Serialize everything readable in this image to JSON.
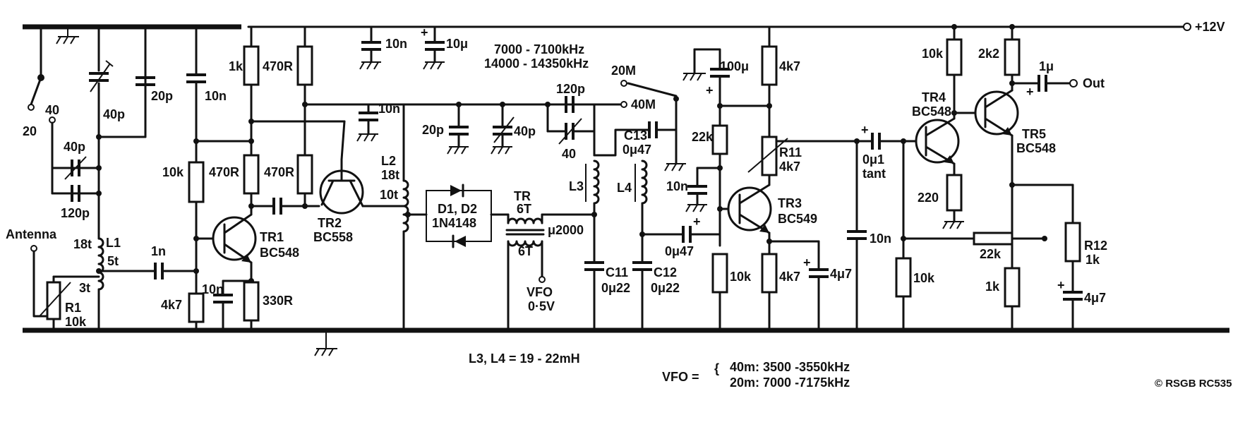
{
  "supply": "+12V",
  "output": "Out",
  "antenna": "Antenna",
  "band_switch_1": {
    "a": "40",
    "b": "20"
  },
  "band_switch_2": {
    "a": "20M",
    "b": "40M"
  },
  "freq_line1": "7000 - 7100kHz",
  "freq_line2": "14000 - 14350kHz",
  "inductance_note": "L3, L4 = 19 - 22mH",
  "vfo_note": {
    "prefix": "VFO =",
    "line1": "40m: 3500 -3550kHz",
    "line2": "20m: 7000 -7175kHz"
  },
  "copyright": "© RSGB RC535",
  "vfo_input": {
    "name": "VFO",
    "level": "0·5V"
  },
  "transformer": {
    "name": "TR",
    "primary": "6T",
    "secondary": "6T",
    "core": "μ2000"
  },
  "inductors": {
    "l1": {
      "name": "L1",
      "t1": "18t",
      "t2": "5t",
      "t3": "3t"
    },
    "l2": {
      "name": "L2",
      "t1": "18t",
      "t2": "10t"
    },
    "l3": "L3",
    "l4": "L4"
  },
  "transistors": {
    "tr1": {
      "name": "TR1",
      "type": "BC548"
    },
    "tr2": {
      "name": "TR2",
      "type": "BC558"
    },
    "tr3": {
      "name": "TR3",
      "type": "BC549"
    },
    "tr4": {
      "name": "TR4",
      "type": "BC548"
    },
    "tr5": {
      "name": "TR5",
      "type": "BC548"
    }
  },
  "diodes": {
    "name": "D1, D2",
    "type": "1N4148"
  },
  "resistors": {
    "r1": {
      "name": "R1",
      "value": "10k"
    },
    "r_1k": "1k",
    "r_470a": "470R",
    "r_470b": "470R",
    "r_470c": "470R",
    "r_10k_tr1": "10k",
    "r_4k7_tr1": "4k7",
    "r_330": "330R",
    "r_22k_tr3": "22k",
    "r_10k_tr3": "10k",
    "r_4k7_top": "4k7",
    "r11": {
      "name": "R11",
      "value": "4k7"
    },
    "r_4k7_e3": "4k7",
    "r_10k_base4": "10k",
    "r_10k_c4": "10k",
    "r_220": "220",
    "r_22k_fb": "22k",
    "r_2k2": "2k2",
    "r_1k_e5": "1k",
    "r12": {
      "name": "R12",
      "value": "1k"
    }
  },
  "capacitors": {
    "c_40p_trim": "40p",
    "c_20p": "20p",
    "c_10n_a": "10n",
    "c_40p_var": "40p",
    "c_120p_a": "120p",
    "c_1n": "1n",
    "c_10n_e1": "10n",
    "c_10n_rail": "10n",
    "c_10u": "10μ",
    "c_10n_tr2": "10n",
    "c_20p_b": "20p",
    "c_40p_b": "40p",
    "c_120p_b": "120p",
    "c_40_b": "40",
    "c13": {
      "name": "C13",
      "value": "0μ47"
    },
    "c11": {
      "name": "C11",
      "value": "0μ22"
    },
    "c12": {
      "name": "C12",
      "value": "0μ22"
    },
    "c_047": "0μ47",
    "c_100u": "100μ",
    "c_10n_tr3": "10n",
    "c_47u_e3": "4μ7",
    "c_01_tant": {
      "value": "0μ1",
      "type": "tant"
    },
    "c_10n_mid": "10n",
    "c_1u_out": "1μ",
    "c_47u_e5": "4μ7"
  }
}
